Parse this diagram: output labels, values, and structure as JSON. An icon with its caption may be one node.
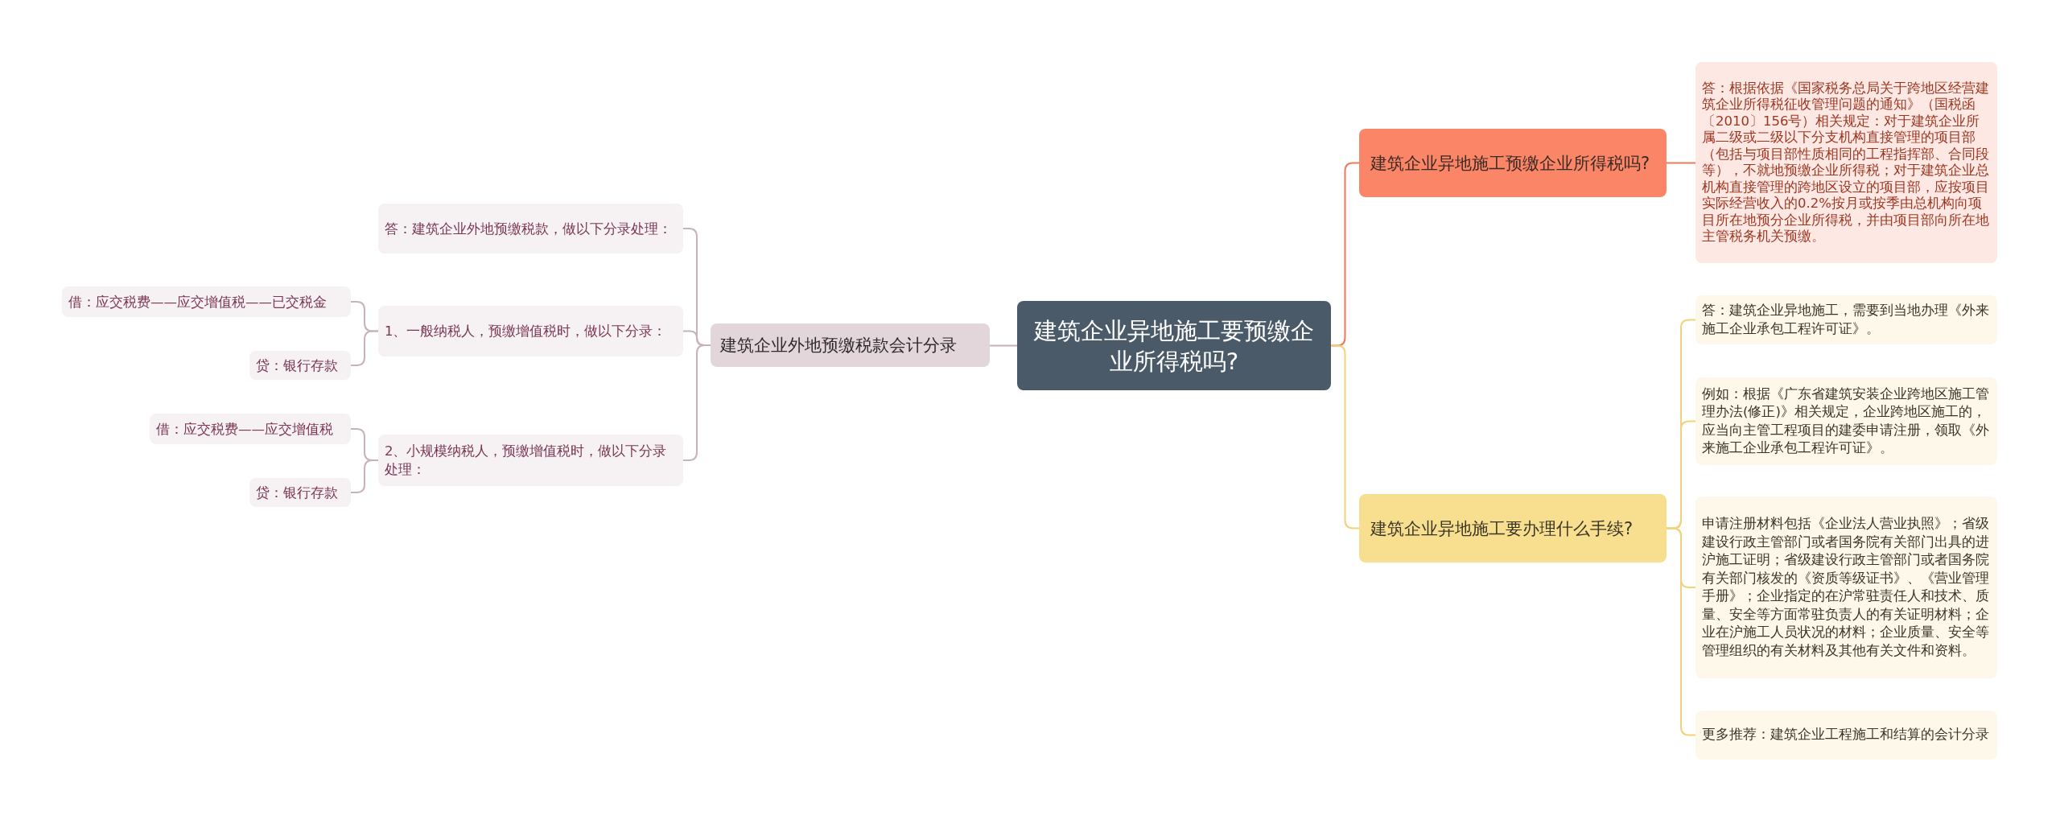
{
  "diagram": {
    "nodes": [
      {
        "text": [
          "建筑企业异地施工要预缴企业所得税吗?"
        ]
      },
      {
        "text": [
          "建筑企业异地施工预缴企业所得税吗?"
        ]
      },
      {
        "text": [
          "答：根据依据《国家税务总局关于跨地区经营建筑企业所得税征收管理问题的通知》（国税函〔2010〕156号）相关规定：对于建筑企业所属二级或二级以下分支机构直接管理的项目部（包括与项目部性质相同的工程指挥部、合同段等），不就地预缴企业所得税；对于建筑企业总机构直接管理的跨地区设立的项目部，应按项目实际经营收入的0.2%按月或按季由总机构向项目所在地预分企业所得税，并由项目部向所在地主管税务机关预缴。"
        ]
      },
      {
        "text": [
          "建筑企业异地施工要办理什么手续?"
        ]
      },
      {
        "text": [
          "答：建筑企业异地施工，需要到当地办理《外来施工企业承包工程许可证》。"
        ]
      },
      {
        "text": [
          "例如：根据《广东省建筑安装企业跨地区施工管理办法(修正)》相关规定，企业跨地区施工的，应当向主管工程项目的建委申请注册，领取《外来施工企业承包工程许可证》。"
        ]
      },
      {
        "text": [
          "申请注册材料包括《企业法人营业执照》；省级建设行政主管部门或者国务院有关部门出具的进沪施工证明；省级建设行政主管部门或者国务院有关部门核发的《资质等级证书》、《营业管理手册》；企业指定的在沪常驻责任人和技术、质量、安全等方面常驻负责人的有关证明材料；企业在沪施工人员状况的材料；企业质量、安全等管理组织的有关材料及其他有关文件和资料。"
        ]
      },
      {
        "text": [
          "更多推荐：建筑企业工程施工和结算的会计分录"
        ]
      },
      {
        "text": [
          "建筑企业外地预缴税款会计分录"
        ]
      },
      {
        "text": [
          "答：建筑企业外地预缴税款，做以下分录处理："
        ]
      },
      {
        "text": [
          "1、一般纳税人，预缴增值税时，做以下分录："
        ]
      },
      {
        "text": [
          "借：应交税费——应交增值税——已交税金"
        ]
      },
      {
        "text": [
          "贷：银行存款"
        ]
      },
      {
        "text": [
          "2、小规模纳税人，预缴增值税时，做以下分录处理："
        ]
      },
      {
        "text": [
          "借：应交税费——应交增值税"
        ]
      },
      {
        "text": [
          "贷：银行存款"
        ]
      }
    ],
    "edges": [
      {
        "from": 0,
        "to": 1,
        "arrow": "none",
        "color": "#ec7a5e"
      },
      {
        "from": 1,
        "to": 2,
        "arrow": "none",
        "color": "#ec7a5e"
      },
      {
        "from": 0,
        "to": 3,
        "arrow": "none",
        "color": "#f2d27a"
      },
      {
        "from": 3,
        "to": 4,
        "arrow": "none",
        "color": "#f2d27a"
      },
      {
        "from": 3,
        "to": 5,
        "arrow": "none",
        "color": "#f2d27a"
      },
      {
        "from": 3,
        "to": 6,
        "arrow": "none",
        "color": "#f2d27a"
      },
      {
        "from": 3,
        "to": 7,
        "arrow": "none",
        "color": "#f2d27a"
      },
      {
        "from": 0,
        "to": 8,
        "arrow": "none"
      },
      {
        "from": 8,
        "to": 9,
        "arrow": "none"
      },
      {
        "from": 8,
        "to": 10,
        "arrow": "none"
      },
      {
        "from": 10,
        "to": 11,
        "arrow": "none"
      },
      {
        "from": 10,
        "to": 12,
        "arrow": "none"
      },
      {
        "from": 8,
        "to": 13,
        "arrow": "none"
      },
      {
        "from": 13,
        "to": 14,
        "arrow": "none"
      },
      {
        "from": 13,
        "to": 15,
        "arrow": "none"
      }
    ]
  }
}
